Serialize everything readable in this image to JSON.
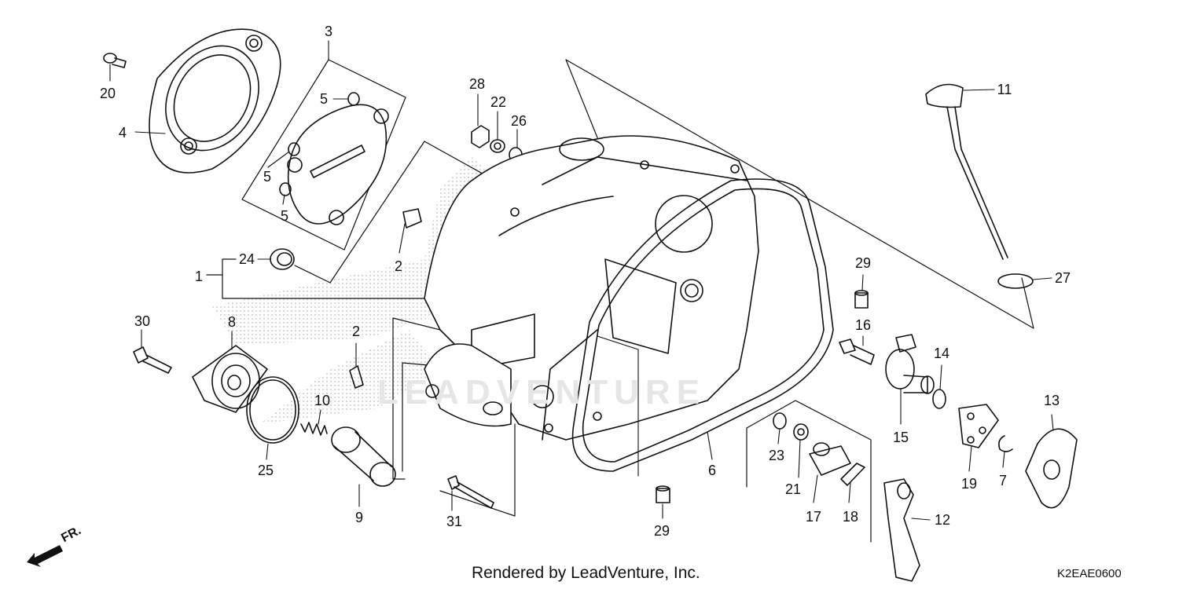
{
  "diagram": {
    "credit": "Rendered by LeadVenture, Inc.",
    "code": "K2EAE0600",
    "direction_label": "FR.",
    "watermark": "LEADVENTURE",
    "callouts": [
      "20",
      "4",
      "3",
      "5",
      "5",
      "5",
      "24",
      "1",
      "28",
      "22",
      "26",
      "2",
      "2",
      "30",
      "8",
      "10",
      "25",
      "9",
      "31",
      "29",
      "16",
      "29",
      "6",
      "23",
      "21",
      "17",
      "18",
      "12",
      "14",
      "15",
      "19",
      "7",
      "13",
      "11",
      "27"
    ]
  }
}
